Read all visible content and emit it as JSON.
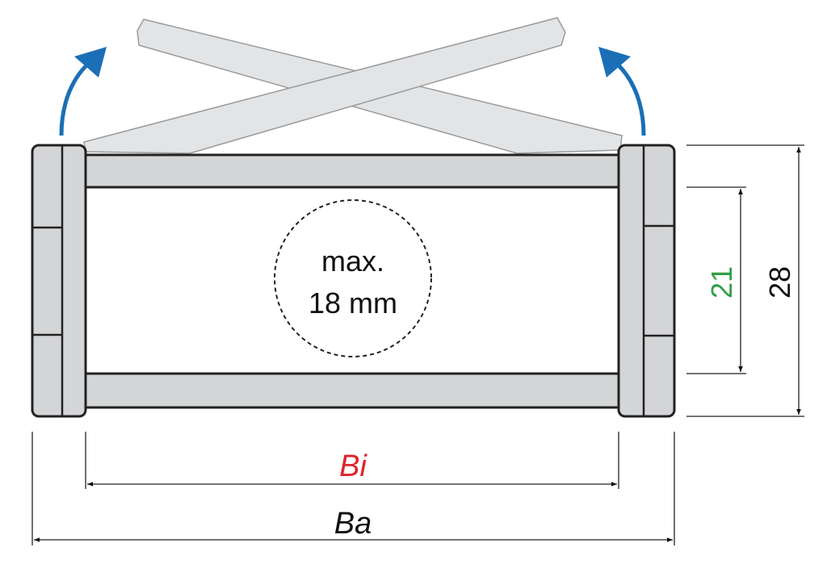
{
  "diagram": {
    "inner_label": {
      "line1": "max.",
      "line2": "18 mm"
    },
    "dim_inner_height": "21",
    "dim_outer_height": "28",
    "dim_inner_width": "Bi",
    "dim_outer_width": "Ba",
    "colors": {
      "arrow": "#1b6fb6",
      "inner_height": "#2e9e48",
      "inner_width": "#e0232d",
      "part_fill": "#d4d5d7",
      "crossbar_fill": "#e3e4e6",
      "outline": "#222222"
    }
  }
}
